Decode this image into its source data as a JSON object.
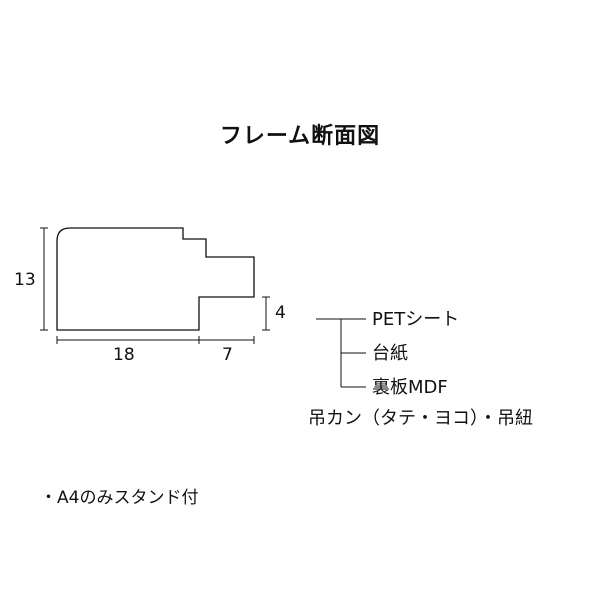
{
  "title": "フレーム断面図",
  "dimensions": {
    "height": "13",
    "width_main": "18",
    "width_step": "7",
    "step_height": "4"
  },
  "components": [
    "PETシート",
    "台紙",
    "裏板MDF"
  ],
  "hanging": "吊カン（タテ・ヨコ）・吊紐",
  "note": "・A4のみスタンド付",
  "colors": {
    "line": "#111111",
    "background": "#ffffff"
  }
}
